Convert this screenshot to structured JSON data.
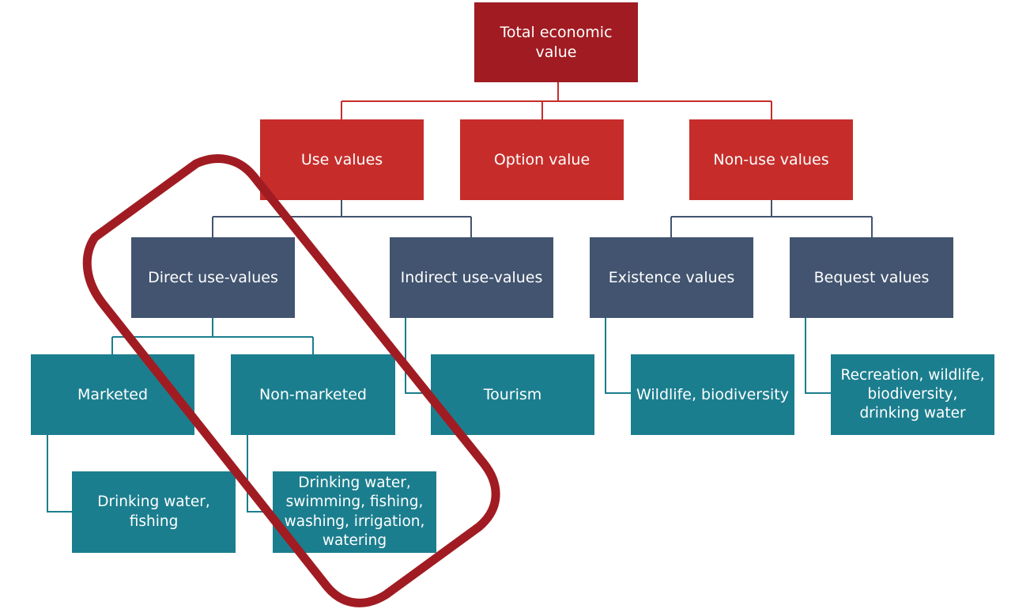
{
  "colors": {
    "root": "#a01c22",
    "level1": "#c62d2a",
    "level2": "#42546f",
    "level3": "#1b7e8e",
    "highlight": "#a01c22"
  },
  "nodes": {
    "total": "Total economic value",
    "use_values": "Use values",
    "option_value": "Option value",
    "non_use_values": "Non-use values",
    "direct_use": "Direct use-values",
    "indirect_use": "Indirect use-values",
    "existence": "Existence values",
    "bequest": "Bequest values",
    "marketed": "Marketed",
    "non_marketed": "Non-marketed",
    "tourism": "Tourism",
    "wildlife_biodiversity": "Wildlife, biodiversity",
    "recreation": "Recreation, wildlife, biodiversity, drinking water",
    "drinking_fishing": "Drinking water, fishing",
    "drinking_swimming": "Drinking water, swimming, fishing, washing, irrigation, watering"
  }
}
